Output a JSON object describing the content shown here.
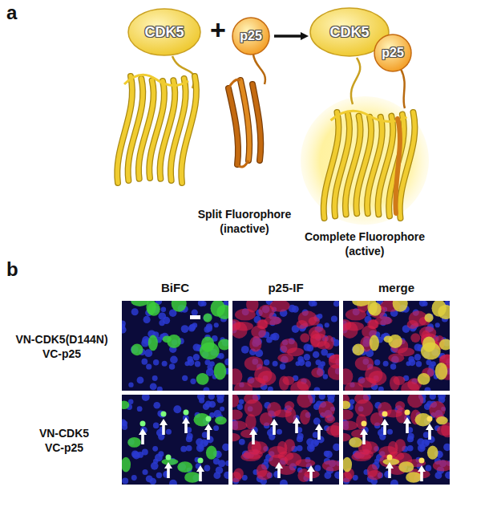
{
  "diagram": {
    "nodes": [
      {
        "text": [
          "CDK5"
        ]
      },
      {
        "text": [
          "p25"
        ]
      },
      {
        "text": [
          "CDK5"
        ]
      },
      {
        "text": [
          "p25"
        ]
      }
    ],
    "edges": [
      {
        "from": 1,
        "to": 2,
        "arrow": "to"
      }
    ],
    "labels": [
      "a",
      "+",
      "Split Fluorophore (inactive)",
      "Complete Fluorophore (active)",
      "b",
      "BiFC",
      "p25-IF",
      "merge",
      "VN-CDK5(D144N) VC-p25",
      "VN-CDK5 VC-p25"
    ]
  }
}
